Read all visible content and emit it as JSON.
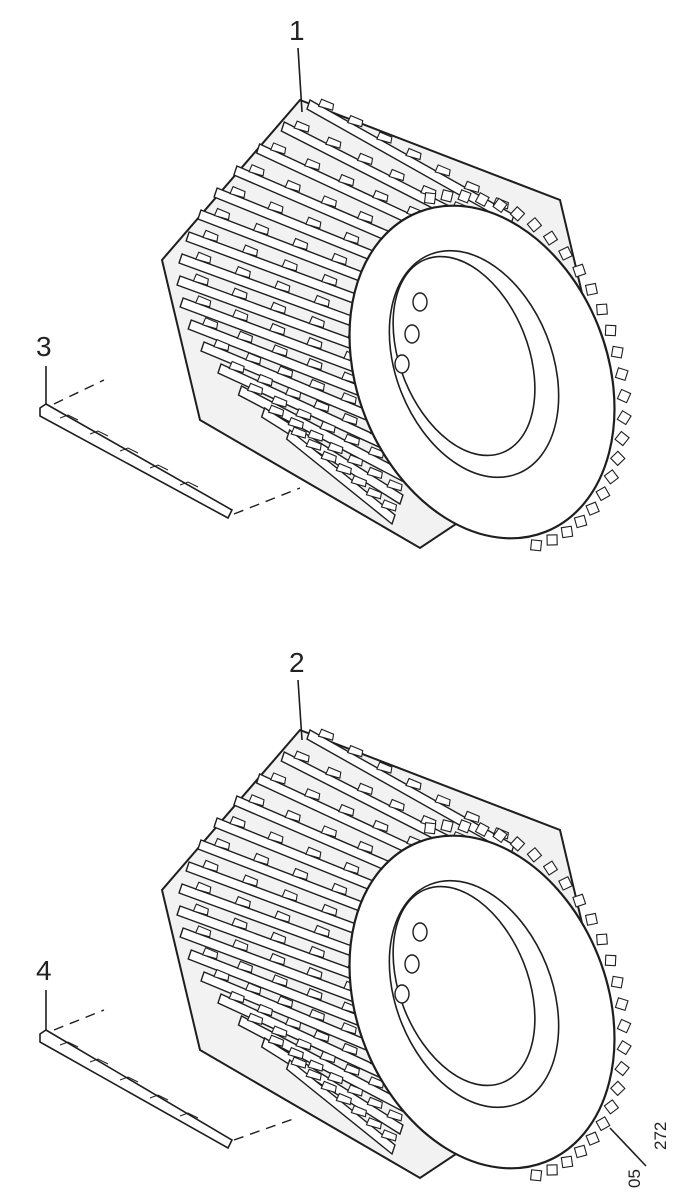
{
  "callouts": {
    "c1": "1",
    "c2": "2",
    "c3": "3",
    "c4": "4"
  },
  "reference": {
    "top": "05",
    "bottom": "272"
  },
  "parts": [
    {
      "callout": "1",
      "icon": "toothed-drum-icon"
    },
    {
      "callout": "2",
      "icon": "toothed-drum-icon"
    },
    {
      "callout": "3",
      "icon": "wear-strip-icon"
    },
    {
      "callout": "4",
      "icon": "wear-strip-icon"
    }
  ]
}
